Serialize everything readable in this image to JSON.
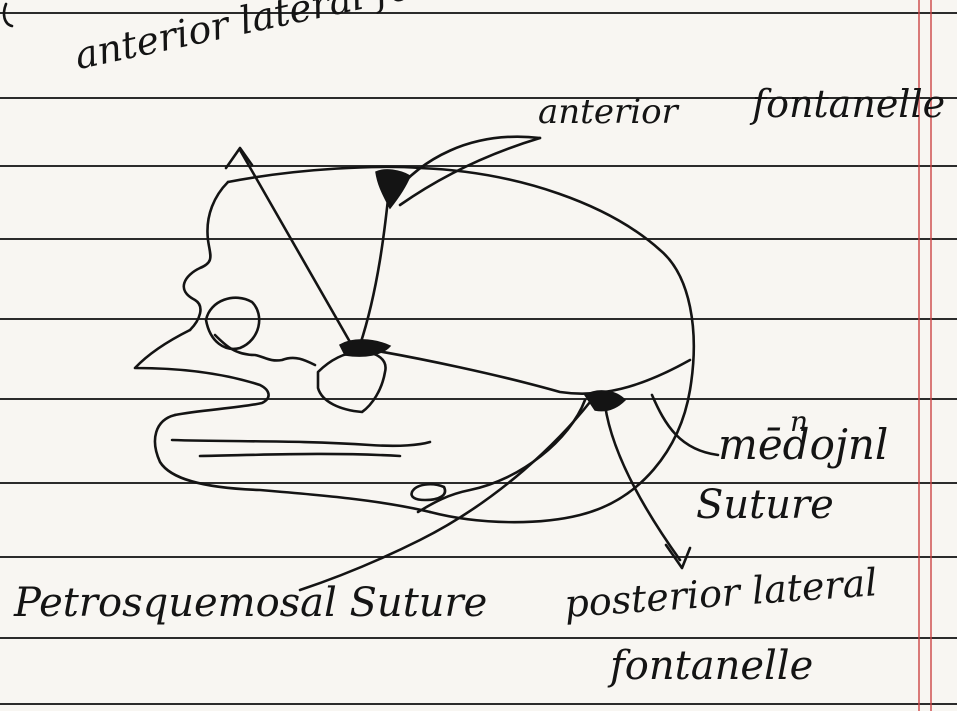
{
  "labels": {
    "anterior_lateral_fontanelle": "anterior lateral fontanelle",
    "anterior_fontanelle_1": "anterior",
    "anterior_fontanelle_2": "fontanelle",
    "mastoid_suture_note": "n",
    "mastoid_suture_1": "mēdojnl",
    "mastoid_suture_2": "Suture",
    "petrosquamosal_suture": "Petrosquemosal Suture",
    "posterior_lateral_fontanelle_1": "posterior lateral",
    "posterior_lateral_fontanelle_2": "fontanelle"
  },
  "colors": {
    "ink": "#141414",
    "paper": "#f8f6f2",
    "rule": "#2b2b2b",
    "margin": "#cc4444"
  }
}
